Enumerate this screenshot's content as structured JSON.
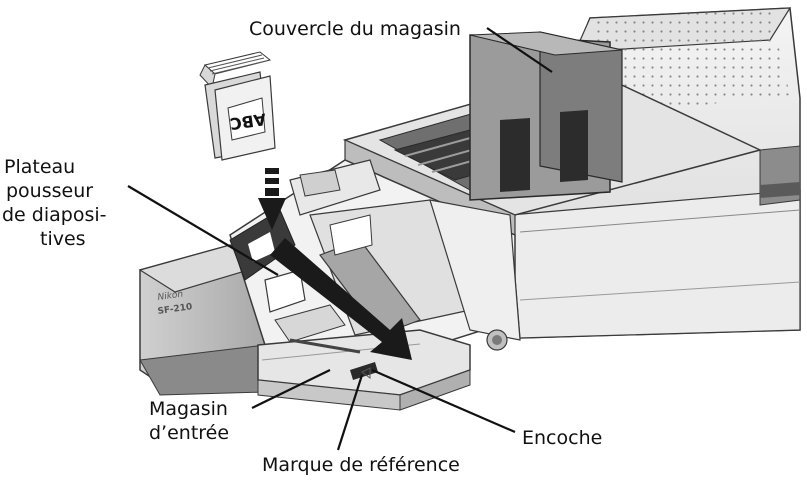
{
  "labels": {
    "magazine_cover": "Couvercle du magasin",
    "pusher_plate": [
      "Plateau",
      "pousseur",
      "de diaposi-",
      "tives"
    ],
    "input_magazine": [
      "Magasin",
      "d’entrée"
    ],
    "notch": "Encoche",
    "reference_mark": "Marque de référence"
  },
  "device_text": {
    "brand": "Nikon",
    "model": "SF-210",
    "slide_letters": "ABC"
  },
  "colors": {
    "body_light": "#eeeeee",
    "body_mid": "#c9c9c9",
    "body_dark": "#8c8c8c",
    "cover_gray": "#9b9b9b",
    "accent_black": "#1a1a1a",
    "outline": "#3a3a3a"
  }
}
